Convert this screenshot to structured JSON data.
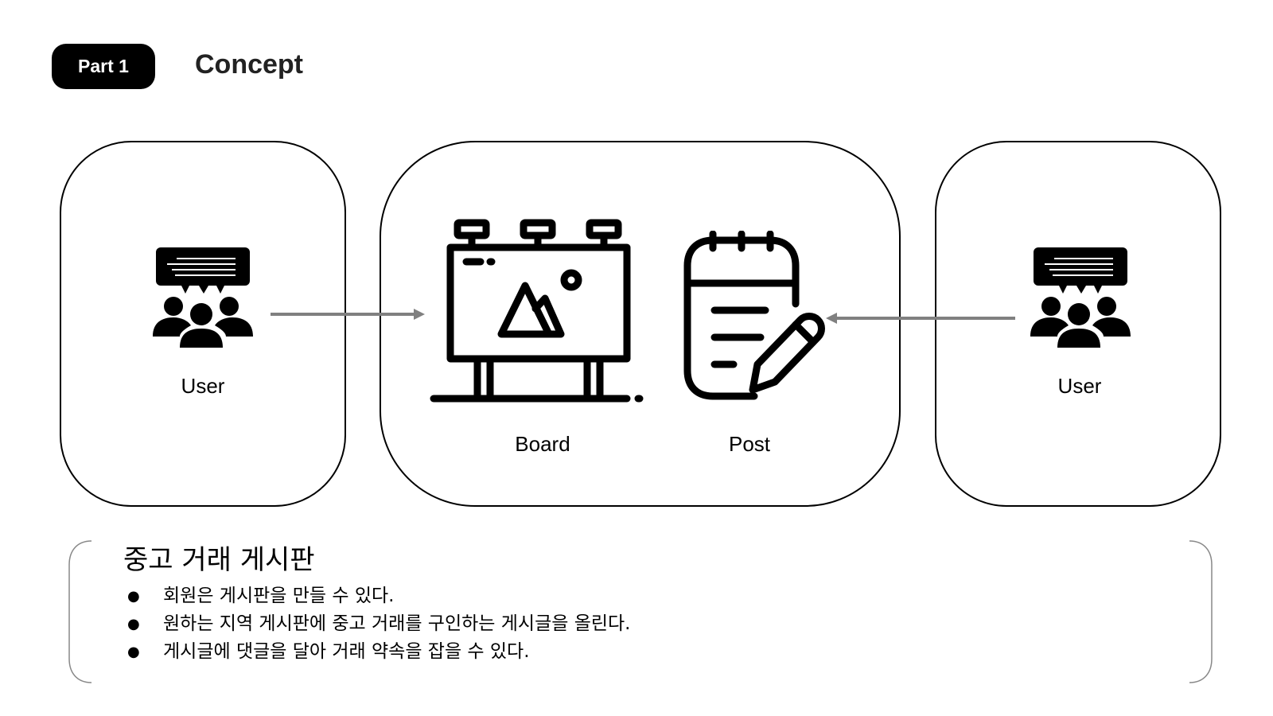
{
  "header": {
    "part_label": "Part 1",
    "title": "Concept"
  },
  "diagram": {
    "left_node": {
      "label": "User",
      "icon": "user-group-chat-icon"
    },
    "center_node": {
      "items": [
        {
          "label": "Board",
          "icon": "billboard-icon"
        },
        {
          "label": "Post",
          "icon": "notepad-pencil-icon"
        }
      ]
    },
    "right_node": {
      "label": "User",
      "icon": "user-group-chat-icon"
    },
    "arrow_color": "#808080"
  },
  "notes": {
    "title": "중고 거래 게시판",
    "bullets": [
      "회원은 게시판을 만들 수 있다.",
      "원하는 지역 게시판에 중고 거래를 구인하는 게시글을 올린다.",
      "게시글에 댓글을 달아 거래 약속을 잡을 수 있다."
    ]
  }
}
